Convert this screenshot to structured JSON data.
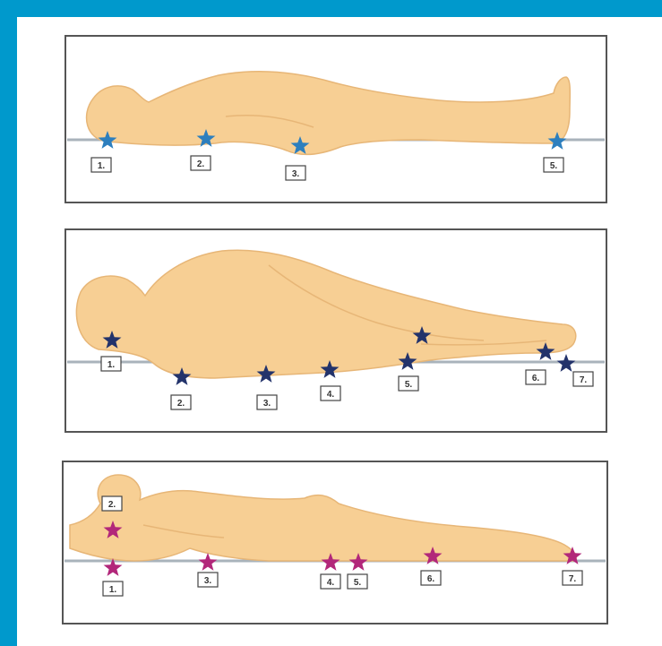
{
  "colors": {
    "frame": "#0099cc",
    "body_fill": "#f7cf94",
    "body_stroke": "#e7b677",
    "surface": "#a9b3bb",
    "panel_border": "#555555",
    "star_supine": "#2d7fbe",
    "star_lateral": "#23336b",
    "star_prone": "#b2277a"
  },
  "panels": [
    {
      "position": "supine",
      "markers": [
        {
          "label": "1."
        },
        {
          "label": "2."
        },
        {
          "label": "3."
        },
        {
          "label": "5."
        }
      ]
    },
    {
      "position": "lateral",
      "markers": [
        {
          "label": "1."
        },
        {
          "label": "2."
        },
        {
          "label": "3."
        },
        {
          "label": "4."
        },
        {
          "label": "5."
        },
        {
          "label": ""
        },
        {
          "label": "6."
        },
        {
          "label": "7."
        }
      ]
    },
    {
      "position": "prone",
      "markers": [
        {
          "label": "2."
        },
        {
          "label": "1."
        },
        {
          "label": "3."
        },
        {
          "label": "4."
        },
        {
          "label": "5."
        },
        {
          "label": "6."
        },
        {
          "label": "7."
        }
      ]
    }
  ]
}
